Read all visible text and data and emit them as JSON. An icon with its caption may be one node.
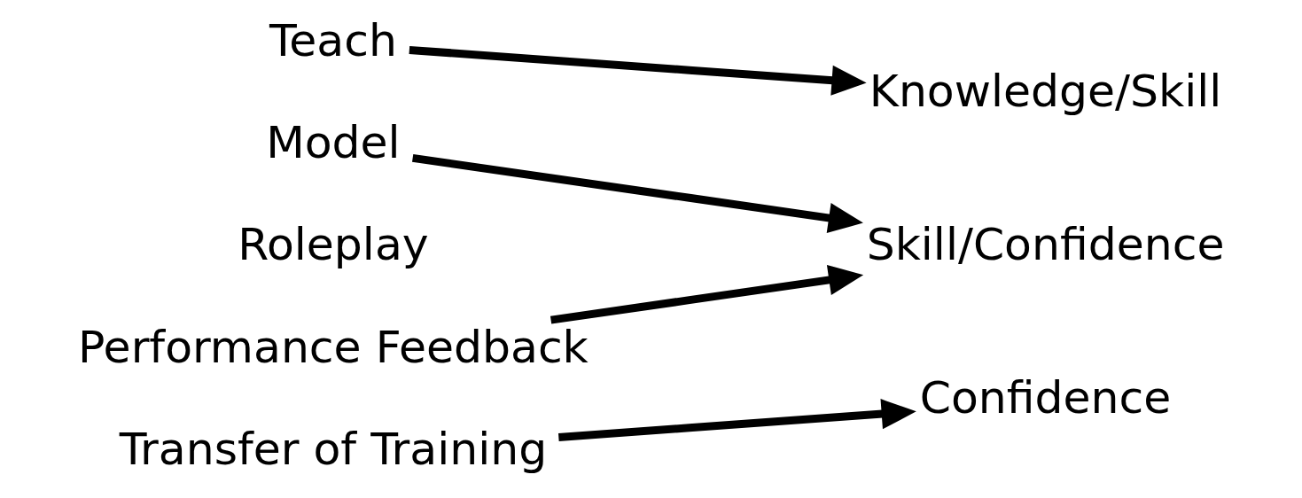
{
  "diagram": {
    "nodes": [
      {
        "text": [
          "Teach"
        ]
      },
      {
        "text": [
          "Knowledge/Skill"
        ]
      },
      {
        "text": [
          "Model"
        ]
      },
      {
        "text": [
          "Roleplay"
        ]
      },
      {
        "text": [
          "Performance Feedback"
        ]
      },
      {
        "text": [
          "Skill/Confidence"
        ]
      },
      {
        "text": [
          "Transfer of Training"
        ]
      },
      {
        "text": [
          "Confidence"
        ]
      }
    ],
    "edges": [
      {
        "from": 0,
        "to": 1,
        "arrow": "to"
      },
      {
        "from": 2,
        "to": 5,
        "arrow": "to"
      },
      {
        "from": 4,
        "to": 5,
        "arrow": "to"
      },
      {
        "from": 6,
        "to": 7,
        "arrow": "to"
      }
    ]
  }
}
